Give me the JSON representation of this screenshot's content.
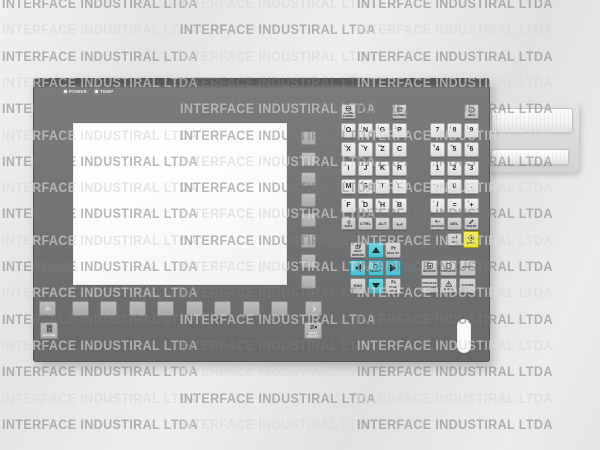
{
  "watermark": {
    "text": "INTERFACE INDUSTIRAL LTDA"
  },
  "colors": {
    "panel": "#6f7072",
    "key_light": "#e8e8e9",
    "key_gray": "#c7c7c9",
    "softkey": "#b3b3b5",
    "cyan_accent": "#57c7d3",
    "input_yellow": "#eee73c",
    "screen": "#fcfcfd"
  },
  "panel": {
    "leds": [
      {
        "label": "POWER"
      },
      {
        "label": "TEMP"
      }
    ],
    "softkeys_vertical": 8,
    "softkeys_horizontal": 8,
    "menu_back": {
      "label": "MENU BACK"
    },
    "menu_forward": {
      "label": "MENU FORWARD"
    },
    "machine_key": {
      "label": "MACHINE"
    },
    "menu_select_key": {
      "label": "MENU SELECT"
    }
  },
  "keyboard": {
    "top_keys": [
      {
        "id": "alarm-cancel",
        "icon": "alarmCancel",
        "label": "ALARM CANCEL"
      },
      {
        "id": "channel",
        "icon": "channel",
        "label": "CHANNEL"
      },
      {
        "id": "help",
        "icon": "help",
        "label": "HELP"
      }
    ],
    "letters": [
      [
        {
          "cap": "O",
          "shift": "("
        },
        {
          "cap": "N",
          "shift": ")"
        },
        {
          "cap": "G",
          "shift": "["
        },
        {
          "cap": "P",
          "shift": "]"
        }
      ],
      [
        {
          "cap": "X",
          "shift": "U"
        },
        {
          "cap": "Y",
          "shift": "V"
        },
        {
          "cap": "Z",
          "shift": "W"
        },
        {
          "cap": "C",
          "shift": "'"
        }
      ],
      [
        {
          "cap": "I",
          "shift": "A"
        },
        {
          "cap": "J",
          "shift": "E"
        },
        {
          "cap": "K",
          "shift": "Q"
        },
        {
          "cap": "R",
          "shift": "_"
        }
      ],
      [
        {
          "cap": "M",
          "shift": "*"
        },
        {
          "cap": "S",
          "shift": "$"
        },
        {
          "cap": "T",
          "shift": "!"
        },
        {
          "cap": "L",
          "shift": "?"
        }
      ],
      [
        {
          "cap": "F",
          "shift": "\""
        },
        {
          "cap": "D",
          "shift": "%"
        },
        {
          "cap": "H",
          "shift": "&"
        },
        {
          "cap": "B",
          "shift": "^"
        }
      ]
    ],
    "numpad": [
      [
        {
          "cap": "7",
          "shift": "'"
        },
        {
          "cap": "8",
          "shift": "("
        },
        {
          "cap": "9",
          "shift": ")"
        }
      ],
      [
        {
          "cap": "4",
          "shift": "$"
        },
        {
          "cap": "5",
          "shift": "%"
        },
        {
          "cap": "6",
          "shift": "&"
        }
      ],
      [
        {
          "cap": "1",
          "shift": "!"
        },
        {
          "cap": "2",
          "shift": "\""
        },
        {
          "cap": "3",
          "shift": "#"
        }
      ],
      [
        {
          "cap": "-",
          "shift": "_"
        },
        {
          "cap": "0",
          "shift": ""
        },
        {
          "cap": ".",
          "shift": ","
        }
      ],
      [
        {
          "cap": "/",
          "shift": "*"
        },
        {
          "cap": "=",
          "shift": "~"
        },
        {
          "cap": "+",
          "shift": "?"
        }
      ]
    ],
    "modifiers": [
      {
        "id": "shift",
        "icon": "shift",
        "label": "SHIFT"
      },
      {
        "id": "ctrl",
        "cap": "CTRL"
      },
      {
        "id": "alt",
        "cap": "ALT"
      },
      {
        "id": "space",
        "icon": "space",
        "label": ""
      }
    ],
    "editing": [
      {
        "id": "backspace",
        "icon": "backspace",
        "label": "BACKSPACE"
      },
      {
        "id": "del",
        "cap": "DEL"
      },
      {
        "id": "insert",
        "icon": "insert",
        "label": "INSERT"
      }
    ],
    "tab": {
      "icon": "tab",
      "label": "TAB"
    },
    "input": {
      "icon": "inputDiamond",
      "label": "INPUT"
    },
    "cursor": [
      [
        {
          "id": "next-window",
          "type": "gray",
          "icon": "nextWindow",
          "label": "NEXT WINDOW"
        },
        {
          "id": "arrow-up",
          "type": "cyan",
          "arrow": "up"
        },
        {
          "id": "page-up",
          "type": "gray",
          "icon": "pageUp",
          "label": "PAGE UP"
        }
      ],
      [
        {
          "id": "arrow-left",
          "type": "cyan",
          "arrow": "left"
        },
        {
          "id": "select",
          "type": "cyan",
          "icon": "select",
          "label": "SELECT"
        },
        {
          "id": "arrow-right",
          "type": "cyan",
          "arrow": "right"
        }
      ],
      [
        {
          "id": "end",
          "type": "gray",
          "cap": "END"
        },
        {
          "id": "arrow-down",
          "type": "cyan",
          "arrow": "down"
        },
        {
          "id": "page-down",
          "type": "gray",
          "icon": "pageDown",
          "label": "PAGE DOWN"
        }
      ]
    ],
    "hotkeys": [
      [
        {
          "id": "machine",
          "icon": "machineM",
          "label": "MACHINE"
        },
        {
          "id": "program",
          "icon": "program",
          "label": "PROGRAM"
        },
        {
          "id": "offset",
          "label": "OFFSET"
        }
      ],
      [
        {
          "id": "program-manager",
          "label": "PROGRAM MANAGER"
        },
        {
          "id": "alarm",
          "icon": "alarmTri",
          "label": "ALARM"
        },
        {
          "id": "custom",
          "label": "CUSTOM"
        }
      ]
    ]
  }
}
